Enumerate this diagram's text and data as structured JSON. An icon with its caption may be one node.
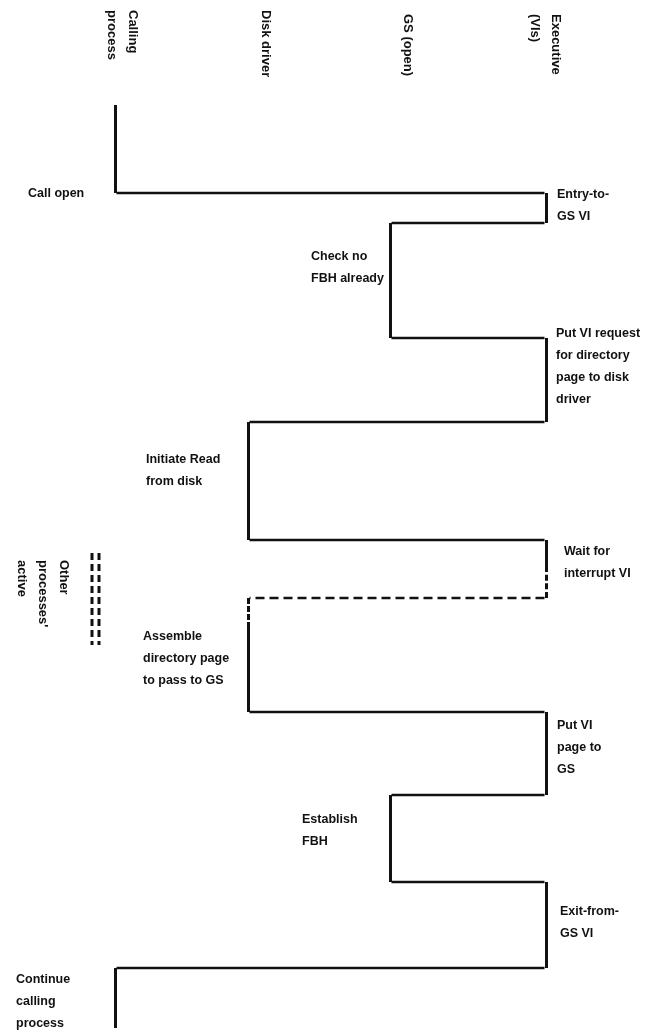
{
  "diagram": {
    "nodes": [
      {
        "text": [],
        "shape": "bar",
        "beside": [
          "Call open"
        ]
      },
      {
        "text": [],
        "shape": "bar",
        "beside": [
          "Entry-to- GS VI"
        ]
      },
      {
        "text": [],
        "shape": "bar",
        "beside": [
          "Check no FBH already"
        ]
      },
      {
        "text": [],
        "shape": "bar",
        "beside": [
          "Put VI request for directory page to disk driver"
        ]
      },
      {
        "text": [],
        "shape": "bar",
        "beside": [
          "Initiate Read from disk"
        ]
      },
      {
        "text": [],
        "shape": "bar",
        "beside": [
          "Wait for interrupt VI"
        ]
      },
      {
        "text": [],
        "shape": "bar",
        "beside": [
          "Assemble directory page to pass to GS"
        ]
      },
      {
        "text": [],
        "shape": "bar",
        "beside": [
          "Put VI page to GS"
        ]
      },
      {
        "text": [],
        "shape": "bar",
        "beside": [
          "Establish FBH"
        ]
      },
      {
        "text": [],
        "shape": "bar",
        "beside": [
          "Exit-from- GS VI"
        ]
      },
      {
        "text": [],
        "shape": "bar",
        "beside": [
          "Continue calling process"
        ]
      }
    ],
    "edges": [
      {
        "from": 0,
        "to": 1,
        "arrow": "none"
      },
      {
        "from": 1,
        "to": 2,
        "arrow": "none"
      },
      {
        "from": 2,
        "to": 3,
        "arrow": "none"
      },
      {
        "from": 3,
        "to": 4,
        "arrow": "none"
      },
      {
        "from": 4,
        "to": 5,
        "arrow": "none"
      },
      {
        "from": 5,
        "to": 6,
        "arrow": "none",
        "style": "dashed"
      },
      {
        "from": 6,
        "to": 7,
        "arrow": "none"
      },
      {
        "from": 7,
        "to": 8,
        "arrow": "none"
      },
      {
        "from": 8,
        "to": 9,
        "arrow": "none"
      },
      {
        "from": 9,
        "to": 10,
        "arrow": "none"
      }
    ],
    "labels": [
      "Calling process",
      "Disk driver",
      "GS (open)",
      "Executive (VIs)",
      "Other processes' active"
    ]
  }
}
